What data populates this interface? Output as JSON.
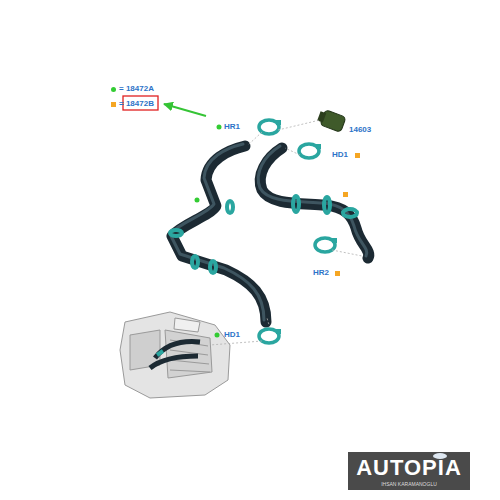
{
  "diagram": {
    "labels": [
      "HR1",
      "14603",
      "HD1",
      "HR2",
      "HD1",
      "AUTOPIA",
      "IHSAN KARAMANOGLU"
    ],
    "legend": [
      {
        "text": "= 18472A",
        "color": "#33cc33"
      },
      {
        "text": "= 18472B",
        "color": "#f5a623"
      }
    ]
  }
}
